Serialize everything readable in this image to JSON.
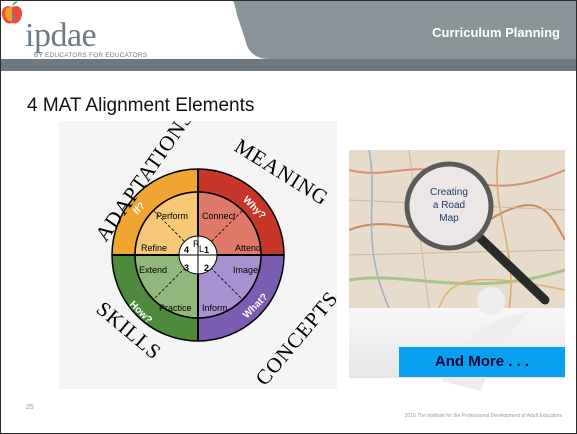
{
  "header": {
    "logo_word": "ipdae",
    "logo_tagline": "BY EDUCATORS FOR EDUCATORS",
    "section_title": "Curriculum Planning",
    "tab_color": "#8a9398",
    "bar_color": "#6e787e"
  },
  "slide_title": "4 MAT Alignment Elements",
  "wheel": {
    "quadrants": [
      {
        "name": "ADAPTATIONS",
        "question": "If?",
        "color": "#f0a533"
      },
      {
        "name": "MEANING",
        "question": "Why?",
        "color": "#c6372a"
      },
      {
        "name": "CONCEPTS",
        "question": "What?",
        "color": "#7a5cb0"
      },
      {
        "name": "SKILLS",
        "question": "How?",
        "color": "#4e8a3c"
      }
    ],
    "words": {
      "perform": "Perform",
      "connect": "Connect",
      "refine": "Refine",
      "attend": "Attend",
      "extend": "Extend",
      "image": "Image",
      "practice": "Practice",
      "inform": "Inform"
    },
    "center": {
      "n1": "1",
      "n2": "2",
      "n3": "3",
      "n4": "4",
      "r": "R",
      "l": "L"
    }
  },
  "image_caption": "Creating a Road Map",
  "image_caption_lines": [
    "Creating",
    "a Road",
    "Map"
  ],
  "more_label": "And More . . .",
  "page_number": "25",
  "footer": "2016 The Institute for the Professional Development of Adult Educators"
}
